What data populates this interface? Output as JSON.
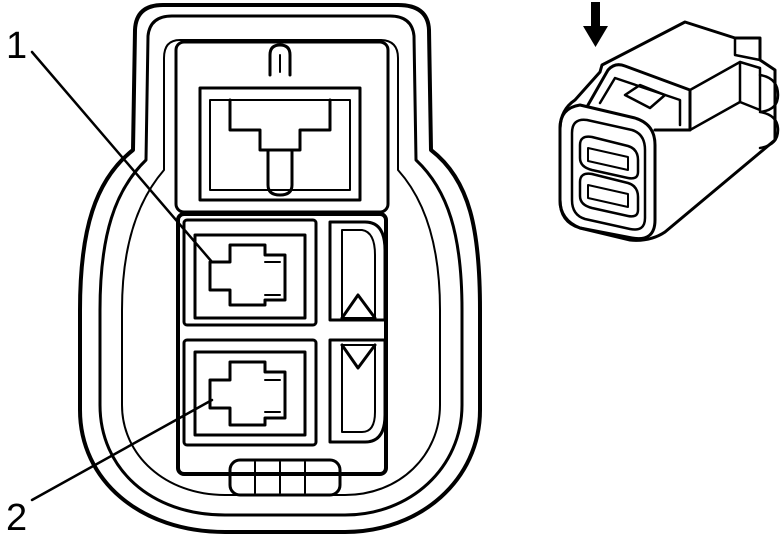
{
  "callouts": [
    {
      "id": "1",
      "text": "1"
    },
    {
      "id": "2",
      "text": "2"
    }
  ],
  "colors": {
    "line": "#000000",
    "background": "#ffffff"
  },
  "icons": [
    "down-arrow-icon"
  ]
}
